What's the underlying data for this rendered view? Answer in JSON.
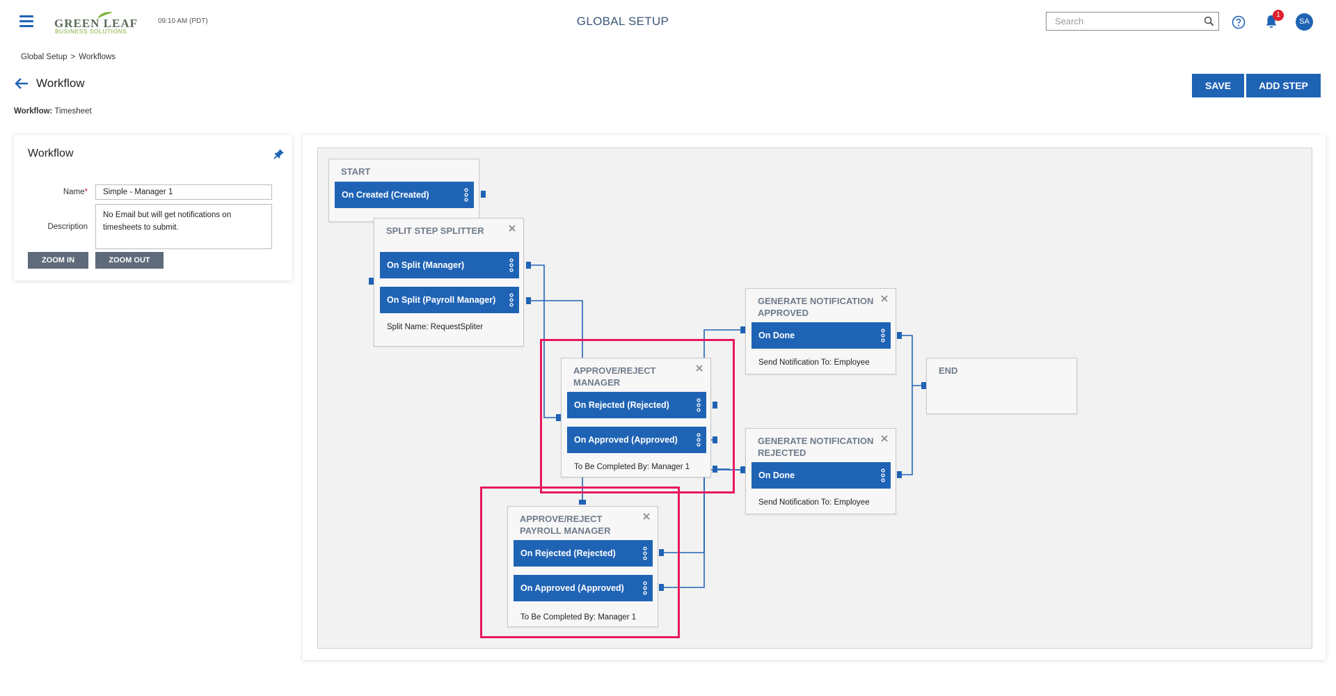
{
  "header": {
    "logo_main": "GREEN LEAF",
    "logo_sub": "BUSINESS SOLUTIONS",
    "time": "09:10 AM (PDT)",
    "title": "GLOBAL SETUP",
    "search_placeholder": "Search",
    "notification_count": "1",
    "avatar_initials": "SA"
  },
  "breadcrumb": {
    "items": [
      "Global Setup",
      "Workflows"
    ],
    "separator": ">"
  },
  "page": {
    "title": "Workflow",
    "meta_label": "Workflow:",
    "meta_value": "Timesheet",
    "save_label": "SAVE",
    "add_step_label": "ADD STEP"
  },
  "panel": {
    "title": "Workflow",
    "name_label": "Name",
    "name_required": "*",
    "name_value": "Simple - Manager 1",
    "description_label": "Description",
    "description_value": "No Email but will get notifications on timesheets to submit.",
    "zoom_in_label": "ZOOM IN",
    "zoom_out_label": "ZOOM OUT"
  },
  "steps": {
    "start": {
      "title": "START",
      "events": [
        "On Created (Created)"
      ]
    },
    "splitter": {
      "title": "SPLIT STEP SPLITTER",
      "events": [
        "On Split (Manager)",
        "On Split (Payroll Manager)"
      ],
      "footer": "Split Name: RequestSpliter"
    },
    "approve_manager": {
      "title": "APPROVE/REJECT MANAGER",
      "events": [
        "On Rejected (Rejected)",
        "On Approved (Approved)"
      ],
      "footer": "To Be Completed By: Manager 1"
    },
    "approve_payroll": {
      "title": "APPROVE/REJECT PAYROLL MANAGER",
      "events": [
        "On Rejected (Rejected)",
        "On Approved (Approved)"
      ],
      "footer": "To Be Completed By: Manager 1"
    },
    "notify_approved": {
      "title": "GENERATE NOTIFICATION APPROVED",
      "events": [
        "On Done"
      ],
      "footer": "Send Notification To: Employee"
    },
    "notify_rejected": {
      "title": "GENERATE NOTIFICATION REJECTED",
      "events": [
        "On Done"
      ],
      "footer": "Send Notification To: Employee"
    },
    "end": {
      "title": "END"
    }
  },
  "colors": {
    "primary": "#1f63b5",
    "highlight": "#e8175d",
    "badge": "#e01e2c",
    "step_title": "#6f7b8a",
    "logo_green": "#7fb23a"
  }
}
